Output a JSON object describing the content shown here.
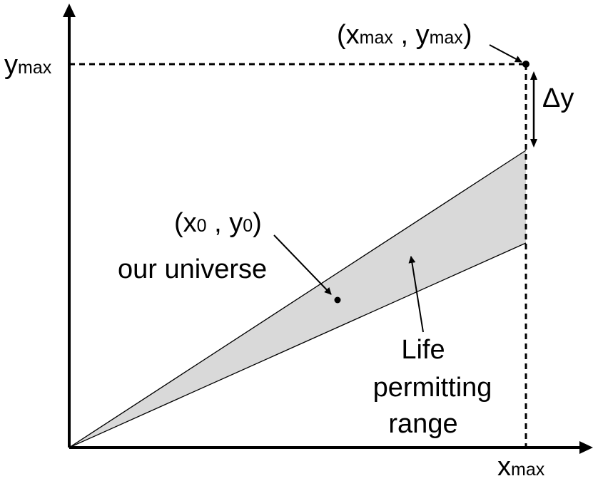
{
  "labels": {
    "y_axis": {
      "base": "y",
      "sub": "max"
    },
    "x_axis": {
      "base": "x",
      "sub": "max"
    },
    "max_point": {
      "open": "(",
      "x": "x",
      "x_sub": "max",
      "comma": " , ",
      "y": "y",
      "y_sub": "max",
      "close": ")"
    },
    "delta": "Δy",
    "universe_point": {
      "open": "(",
      "x": "x",
      "x_sub": "0",
      "comma": " , ",
      "y": "y",
      "y_sub": "0",
      "close": ")"
    },
    "universe_caption": "our universe",
    "range_caption": [
      "Life",
      "permitting",
      "range"
    ]
  },
  "colors": {
    "ink": "#000000",
    "life_range_fill": "#d9d9d9",
    "background": "#ffffff"
  }
}
